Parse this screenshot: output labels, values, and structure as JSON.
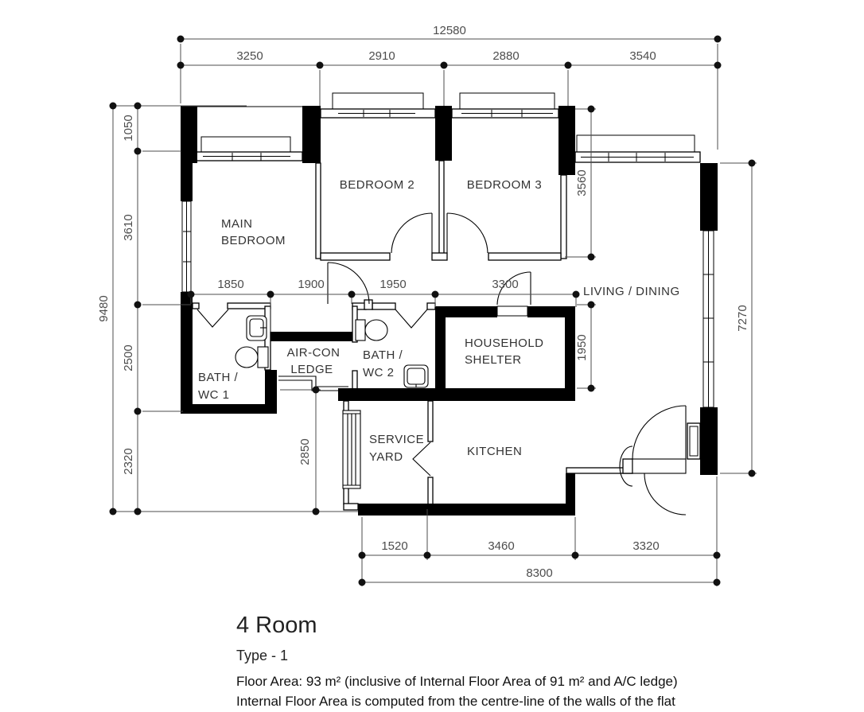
{
  "plan": {
    "rooms": {
      "main_bedroom": {
        "line1": "MAIN",
        "line2": "BEDROOM"
      },
      "bedroom2": "BEDROOM 2",
      "bedroom3": "BEDROOM 3",
      "living_dining": "LIVING / DINING",
      "bath_wc1": {
        "line1": "BATH /",
        "line2": "WC 1"
      },
      "aircon_ledge": {
        "line1": "AIR-CON",
        "line2": "LEDGE"
      },
      "bath_wc2": {
        "line1": "BATH /",
        "line2": "WC 2"
      },
      "household_shelter": {
        "line1": "HOUSEHOLD",
        "line2": "SHELTER"
      },
      "service_yard": {
        "line1": "SERVICE",
        "line2": "YARD"
      },
      "kitchen": "KITCHEN"
    },
    "dimensions": {
      "top_total": "12580",
      "top_segments": [
        "3250",
        "2910",
        "2880",
        "3540"
      ],
      "left_total": "9480",
      "left_segments": [
        "1050",
        "3610",
        "2500",
        "2320"
      ],
      "right_upper": "3560",
      "right_total": "7270",
      "mid_segments": [
        "1850",
        "1900",
        "1950",
        "3300"
      ],
      "shelter_height": "1950",
      "service_height": "2850",
      "bottom_segments": [
        "1520",
        "3460",
        "3320"
      ],
      "bottom_total": "8300"
    },
    "colors": {
      "wall": "#000000",
      "dimension": "#4d4d4d",
      "label": "#333333",
      "background": "#ffffff"
    }
  },
  "footer": {
    "title": "4 Room",
    "subtitle": "Type - 1",
    "note1": "Floor Area: 93 m² (inclusive of Internal Floor Area of 91 m² and A/C ledge)",
    "note2": "Internal Floor Area is computed from the centre-line of the walls of the flat"
  }
}
